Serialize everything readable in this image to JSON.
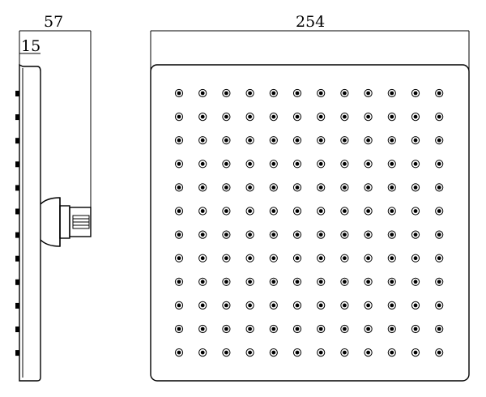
{
  "dimensions": {
    "side_depth": "57",
    "side_thickness": "15",
    "front_width": "254"
  },
  "nozzle_grid": {
    "rows": 12,
    "cols": 12
  },
  "colors": {
    "line": "#000000",
    "background": "#ffffff"
  }
}
